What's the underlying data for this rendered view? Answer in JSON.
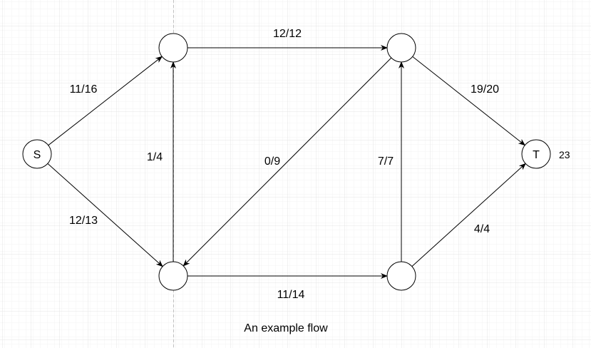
{
  "caption": "An example flow",
  "colors": {
    "stroke": "#000000",
    "grid_minor": "#f3f3f3",
    "grid_major": "#e4e4e4",
    "guide": "#c0c0c0"
  },
  "nodes": [
    {
      "id": "S",
      "label": "S"
    },
    {
      "id": "A",
      "label": ""
    },
    {
      "id": "B",
      "label": ""
    },
    {
      "id": "C",
      "label": ""
    },
    {
      "id": "D",
      "label": ""
    },
    {
      "id": "T",
      "label": "T"
    }
  ],
  "sink_total": "23",
  "edges": [
    {
      "from": "S",
      "to": "A",
      "label": "11/16"
    },
    {
      "from": "S",
      "to": "C",
      "label": "12/13"
    },
    {
      "from": "A",
      "to": "B",
      "label": "12/12"
    },
    {
      "from": "C",
      "to": "A",
      "label": "1/4"
    },
    {
      "from": "B",
      "to": "C",
      "label": "0/9"
    },
    {
      "from": "D",
      "to": "B",
      "label": "7/7"
    },
    {
      "from": "C",
      "to": "D",
      "label": "11/14"
    },
    {
      "from": "B",
      "to": "T",
      "label": "19/20"
    },
    {
      "from": "D",
      "to": "T",
      "label": "4/4"
    }
  ]
}
